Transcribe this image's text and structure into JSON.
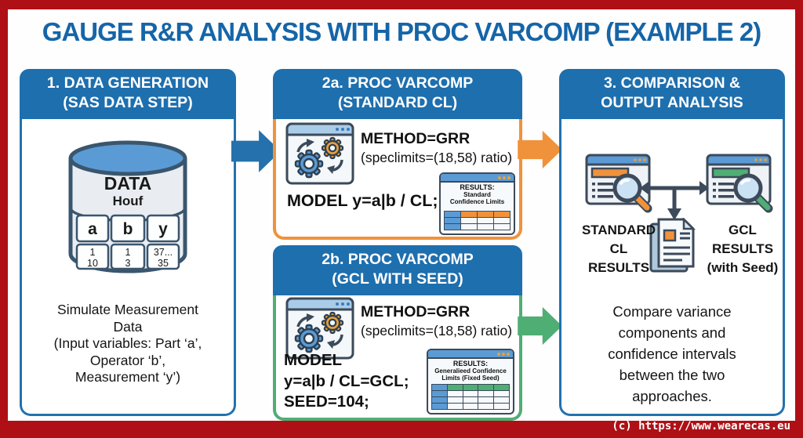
{
  "title": "GAUGE R&R ANALYSIS WITH PROC VARCOMP (EXAMPLE 2)",
  "footer": {
    "copyright": "(c) https://www.wearecas.eu"
  },
  "colors": {
    "frame_red": "#AF1015",
    "title_blue": "#1565A8",
    "header_blue": "#1E6FAE",
    "border_blue": "#2471AD",
    "accent_orange": "#F0923B",
    "accent_green": "#4FAE74",
    "icon_slate": "#3C4A5A"
  },
  "step1": {
    "header_line1": "1. DATA GENERATION",
    "header_line2": "(SAS DATA STEP)",
    "database": {
      "title": "DATA",
      "subtitle": "Houf",
      "columns": [
        "a",
        "b",
        "y"
      ],
      "rows": [
        [
          "1",
          "1",
          "37..."
        ],
        [
          "10",
          "3",
          "35"
        ]
      ]
    },
    "caption_lines": [
      "Simulate Measurement",
      "Data",
      "(Input variables: Part ‘a’,",
      "Operator ‘b’,",
      "Measurement ‘y’)"
    ]
  },
  "step2a": {
    "header_line1": "2a. PROC VARCOMP",
    "header_line2": "(STANDARD CL)",
    "method": "METHOD=GRR",
    "speclimits": "(speclimits=(18,58) ratio)",
    "model": "MODEL y=a|b / CL;",
    "results": {
      "line1": "RESULTS:",
      "line2": "Standard",
      "line3": "Confidence Limits"
    }
  },
  "step2b": {
    "header_line1": "2b. PROC VARCOMP",
    "header_line2": "(GCL WITH SEED)",
    "method": "METHOD=GRR",
    "speclimits": "(speclimits=(18,58) ratio)",
    "model_lines": [
      "MODEL",
      "y=a|b / CL=GCL;",
      "SEED=104;"
    ],
    "results": {
      "line1": "RESULTS:",
      "line2": "Generalieed Confidence",
      "line3": "Limits (Fixed Seed)"
    }
  },
  "step3": {
    "header_line1": "3. COMPARISON &",
    "header_line2": "OUTPUT ANALYSIS",
    "left_label_lines": [
      "STANDARD",
      "CL",
      "RESULTS"
    ],
    "right_label_lines": [
      "GCL",
      "RESULTS",
      "(with Seed)"
    ],
    "caption_lines": [
      "Compare variance",
      "components and",
      "confidence intervals",
      "between the two",
      "approaches."
    ]
  }
}
